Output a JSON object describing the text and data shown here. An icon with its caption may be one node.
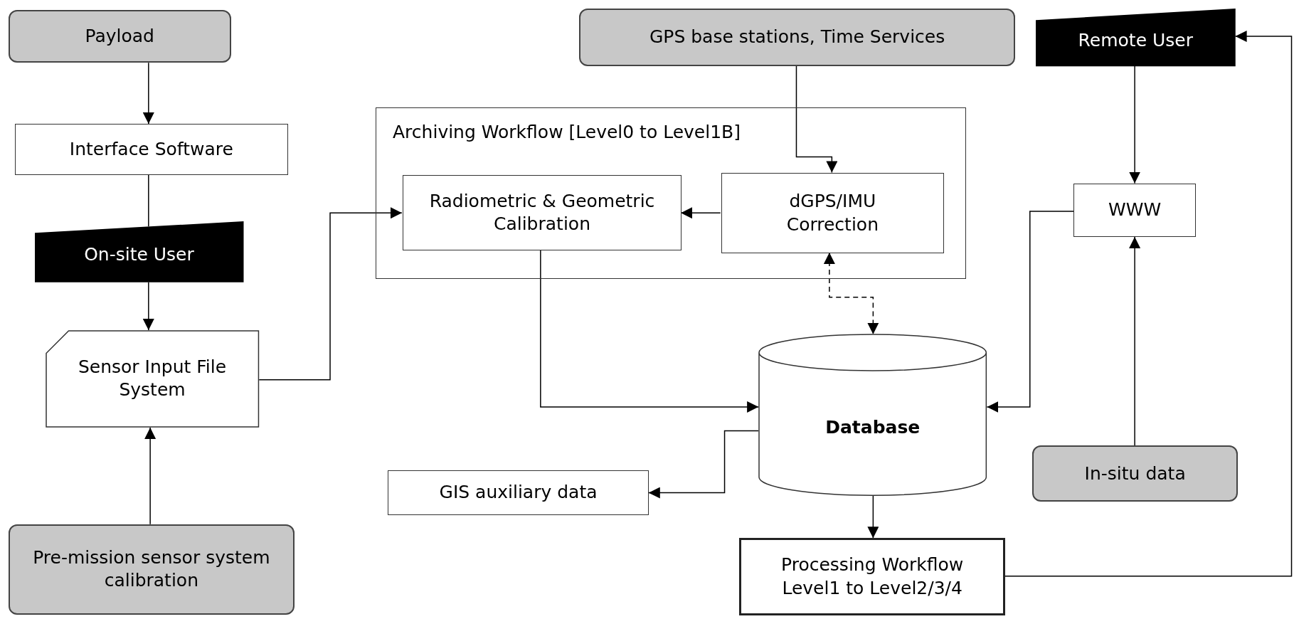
{
  "diagram": {
    "nodes": [
      {
        "text": [
          "Payload"
        ]
      },
      {
        "text": [
          "Interface Software"
        ]
      },
      {
        "text": [
          "On-site  User"
        ]
      },
      {
        "text": [
          "Sensor Input File System"
        ]
      },
      {
        "text": [
          "Pre-mission sensor system calibration"
        ]
      },
      {
        "text": [
          "GPS base stations, Time Services"
        ]
      },
      {
        "text": [
          "Remote User"
        ]
      },
      {
        "text": [
          "Archiving Workflow [Level0 to Level1B]"
        ]
      },
      {
        "text": [
          "Radiometric & Geometric Calibration"
        ],
        "in": 7
      },
      {
        "text": [
          "dGPS/IMU Correction"
        ],
        "in": 7
      },
      {
        "text": [
          "WWW"
        ]
      },
      {
        "text": [
          "Database"
        ]
      },
      {
        "text": [
          "In-situ data"
        ]
      },
      {
        "text": [
          "GIS auxiliary data"
        ]
      },
      {
        "text": [
          "Processing Workflow Level1 to Level2/3/4"
        ]
      }
    ],
    "edges": [
      {
        "from": 0,
        "to": 1,
        "arrow": "to"
      },
      {
        "from": 1,
        "to": 2,
        "arrow": "none"
      },
      {
        "from": 2,
        "to": 3,
        "arrow": "to"
      },
      {
        "from": 4,
        "to": 3,
        "arrow": "to"
      },
      {
        "from": 3,
        "to": 8,
        "arrow": "to"
      },
      {
        "from": 5,
        "to": 9,
        "arrow": "to"
      },
      {
        "from": 9,
        "to": 8,
        "arrow": "to"
      },
      {
        "from": 9,
        "to": 11,
        "arrow": "both",
        "style": "dashed"
      },
      {
        "from": 8,
        "to": 11,
        "arrow": "to"
      },
      {
        "from": 10,
        "to": 11,
        "arrow": "to"
      },
      {
        "from": 6,
        "to": 10,
        "arrow": "to"
      },
      {
        "from": 12,
        "to": 10,
        "arrow": "to"
      },
      {
        "from": 11,
        "to": 13,
        "arrow": "to"
      },
      {
        "from": 11,
        "to": 14,
        "arrow": "to"
      },
      {
        "from": 14,
        "to": 6,
        "arrow": "to"
      }
    ]
  }
}
